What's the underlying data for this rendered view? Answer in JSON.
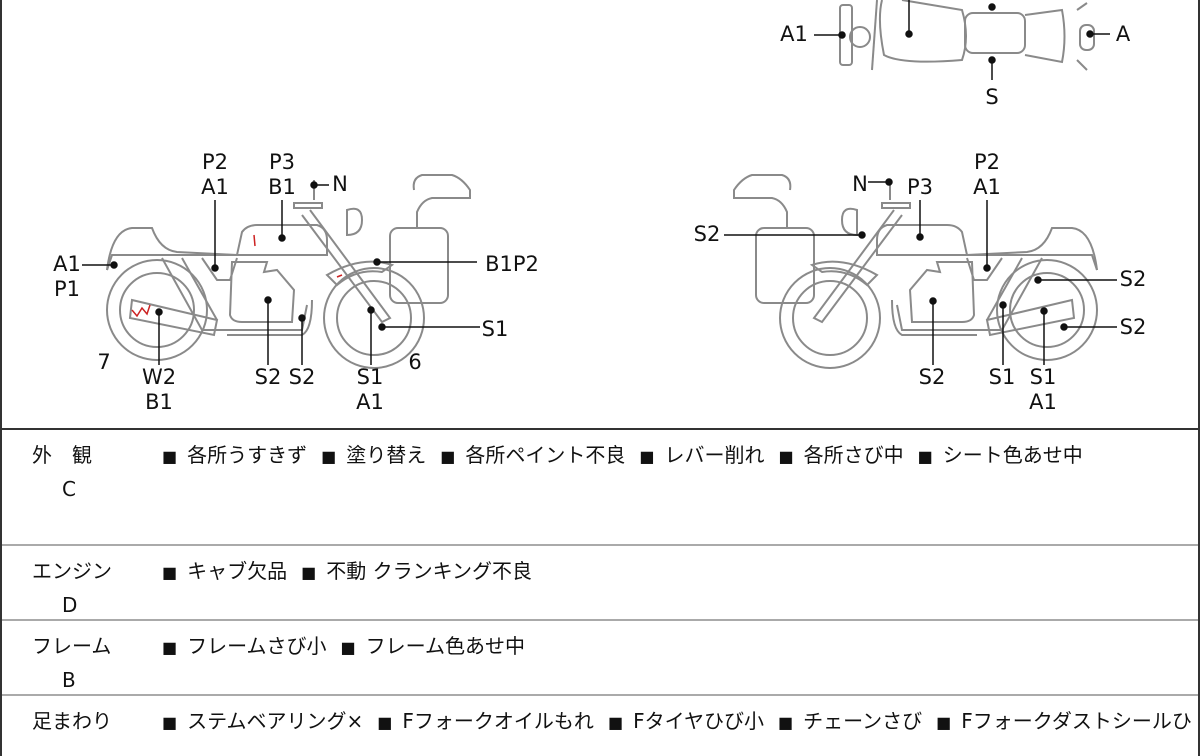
{
  "diagram": {
    "top_view_labels": [
      "A1",
      "A",
      "S"
    ],
    "left_bike_labels": [
      "P2",
      "A1",
      "P3",
      "B1",
      "N",
      "A1",
      "P1",
      "B1P2",
      "S1",
      "7",
      "W2",
      "B1",
      "S2",
      "S2",
      "S1",
      "A1",
      "6"
    ],
    "right_bike_labels": [
      "N",
      "P3",
      "P2",
      "A1",
      "S2",
      "S2",
      "S2",
      "S2",
      "S1",
      "S1",
      "A1"
    ],
    "line_color": "#8a8a8a",
    "damage_mark_color": "#cc2222"
  },
  "sections": [
    {
      "title": "外　観",
      "code": "C",
      "items": [
        "各所うすきず",
        "塗り替え",
        "各所ペイント不良",
        "レバー削れ",
        "各所さび中",
        "シート色あせ中"
      ]
    },
    {
      "title": "エンジン",
      "code": "D",
      "items": [
        "キャブ欠品",
        "不動 クランキング不良"
      ]
    },
    {
      "title": "フレーム",
      "code": "B",
      "items": [
        "フレームさび小",
        "フレーム色あせ中"
      ]
    },
    {
      "title": "足まわり",
      "code": "",
      "items": [
        "ステムベアリング×",
        "Fフォークオイルもれ",
        "Fタイヤひび小",
        "チェーンさび",
        "Fフォークダストシールひ"
      ]
    }
  ]
}
